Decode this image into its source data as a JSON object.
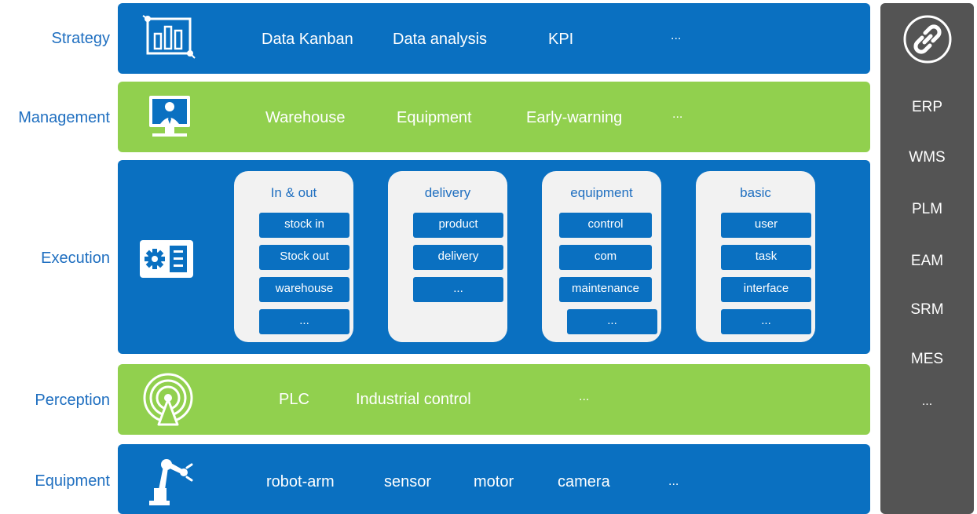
{
  "layers": {
    "strategy": {
      "label": "Strategy",
      "items": [
        "Data Kanban",
        "Data analysis",
        "KPI",
        "..."
      ]
    },
    "management": {
      "label": "Management",
      "items": [
        "Warehouse",
        "Equipment",
        "Early-warning",
        "..."
      ]
    },
    "execution": {
      "label": "Execution",
      "modules": [
        {
          "title": "In & out",
          "items": [
            "stock in",
            "Stock out",
            "warehouse",
            "..."
          ]
        },
        {
          "title": "delivery",
          "items": [
            "product",
            "delivery",
            "..."
          ]
        },
        {
          "title": "equipment",
          "items": [
            "control",
            "com",
            "maintenance",
            "..."
          ]
        },
        {
          "title": "basic",
          "items": [
            "user",
            "task",
            "interface",
            "..."
          ]
        }
      ]
    },
    "perception": {
      "label": "Perception",
      "items": [
        "PLC",
        "Industrial control",
        "..."
      ]
    },
    "equipment": {
      "label": "Equipment",
      "items": [
        "robot-arm",
        "sensor",
        "motor",
        "camera",
        "..."
      ]
    }
  },
  "systems": {
    "icon": "link-icon",
    "items": [
      "ERP",
      "WMS",
      "PLM",
      "EAM",
      "SRM",
      "MES",
      "..."
    ]
  },
  "icons": {
    "strategy": "bar-chart-board-icon",
    "management": "manager-monitor-icon",
    "execution": "settings-card-icon",
    "perception": "signal-antenna-icon",
    "equipment": "robot-arm-icon"
  },
  "colors": {
    "blue": "#0a70c1",
    "green": "#91d04e",
    "label": "#1f6fc0",
    "module_bg": "#f2f2f2",
    "sidebar": "#545454"
  }
}
